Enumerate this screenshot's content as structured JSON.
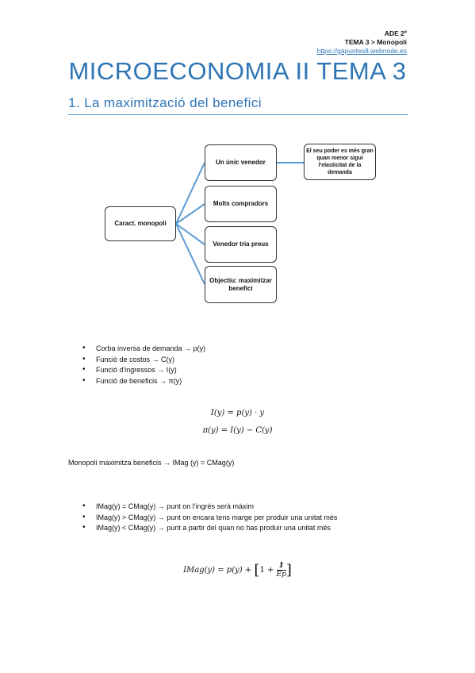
{
  "header": {
    "course": "ADE 2º",
    "topic": "TEMA 3 > Monopoli",
    "url": "https://gapuntes8.webnode.es"
  },
  "title": "MICROECONOMIA II TEMA 3",
  "section": "1. La maximització del benefici",
  "diagram": {
    "root": "Caract. monopoli",
    "children": [
      "Un únic venedor",
      "Molts compradors",
      "Venedor tria preus",
      "Objectiu: maximitzar benefici"
    ],
    "note": "El seu poder es més gran quan menor sigui l'elasticitat de la demanda"
  },
  "list1": [
    "Corba inversa de demanda → p(y)",
    "Funció de costos → C(y)",
    "Funció d'ingressos → I(y)",
    "Funció de beneficis → π(y)"
  ],
  "formulas": {
    "f1": "I(y) = p(y) · y",
    "f2": "π(y) = I(y) − C(y)",
    "f3_left": "IMag(y) = p(y) + ",
    "f3_open": "[",
    "f3_one": "1 + ",
    "f3_num": "1",
    "f3_den": "Ep",
    "f3_close": "]"
  },
  "statement": "Monopoli maximitza beneficis → IMag (y) = CMag(y)",
  "list2": [
    "IMag(y) = CMag(y) → punt on l'ingrés serà màxim",
    "IMag(y) > CMag(y) → punt on encara tens marge per produir una unitat més",
    "IMag(y) < CMag(y) → punt a partir del quan no has produir una unitat més"
  ]
}
